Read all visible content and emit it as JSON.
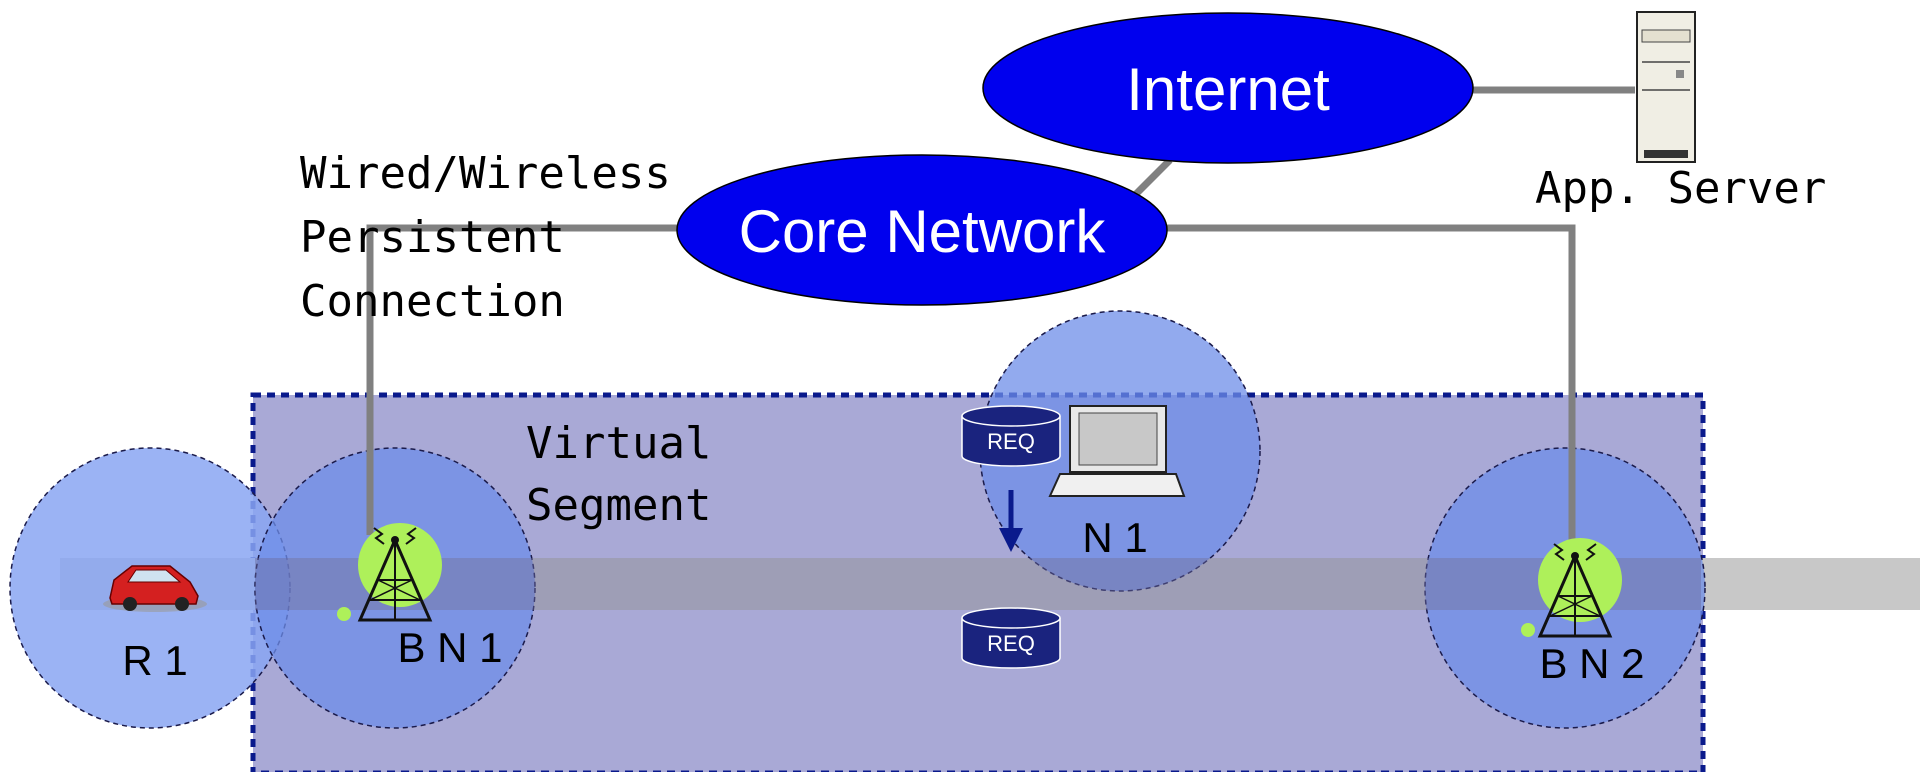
{
  "labels": {
    "internet": "Internet",
    "core_network": "Core Network",
    "app_server": "App. Server",
    "connection": [
      "Wired/Wireless",
      "Persistent",
      "Connection"
    ],
    "virtual_segment": [
      "Virtual",
      "Segment"
    ],
    "req_top": "REQ",
    "req_bottom": "REQ",
    "r1": "R 1",
    "bn1": "B N 1",
    "n1": "N 1",
    "bn2": "B N 2"
  },
  "colors": {
    "network_blue": "#0000ee",
    "node_circle": "#8aa6f2",
    "segment_fill": "#a9a9d6",
    "segment_border": "#0a1a8c",
    "road": "#c8c8c8",
    "link_line": "#808080",
    "req_db": "#1a237e",
    "antenna_glow": "#aef05a"
  },
  "icons": {
    "app_server": "server-icon",
    "vehicle": "car-icon",
    "base_station": "antenna-tower-icon",
    "node": "laptop-icon",
    "request": "database-icon",
    "flow": "arrow-down-icon"
  }
}
